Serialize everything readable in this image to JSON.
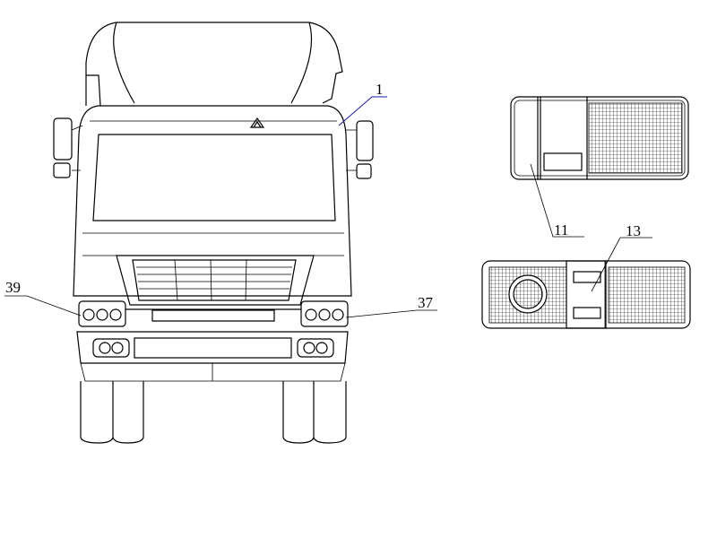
{
  "callouts": {
    "c1": "1",
    "c11": "11",
    "c13": "13",
    "c39": "39",
    "c37": "37"
  },
  "colors": {
    "line": "#000000",
    "leader_1": "#1a1aa0",
    "background": "#ffffff"
  }
}
